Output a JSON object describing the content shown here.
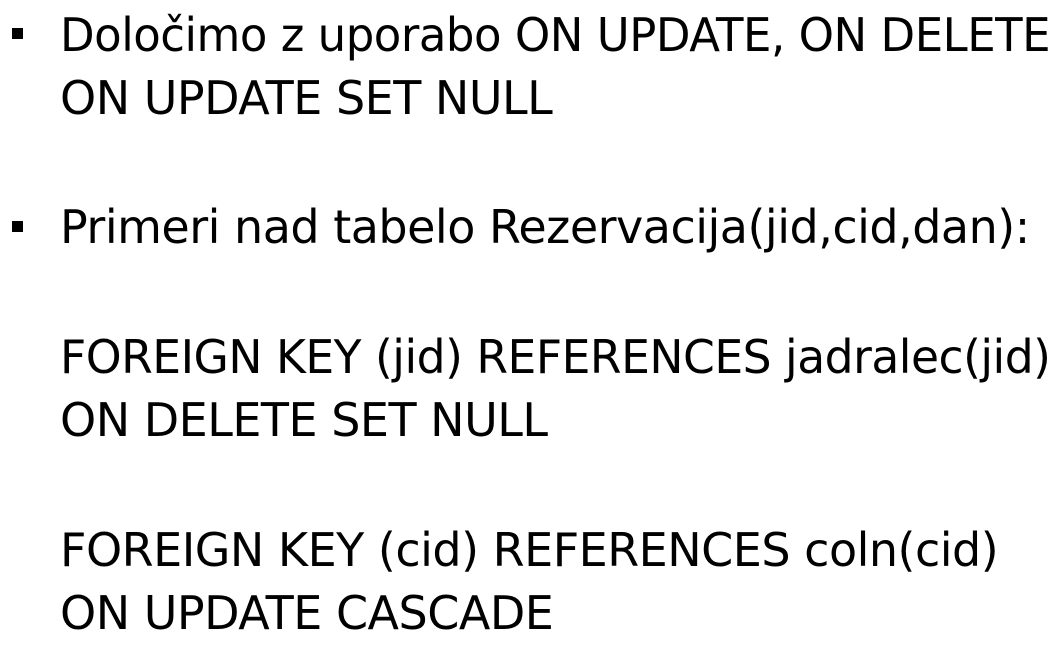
{
  "slide": {
    "bullet1": {
      "line1": "Določimo z uporabo ON UPDATE, ON DELETE",
      "line2": "ON UPDATE SET NULL"
    },
    "bullet2": {
      "heading": "Primeri nad tabelo Rezervacija(jid,cid,dan):",
      "example1": {
        "line1": "FOREIGN KEY (jid) REFERENCES jadralec(jid)",
        "line2": "ON DELETE SET NULL"
      },
      "example2": {
        "line1": "FOREIGN KEY (cid) REFERENCES coln(cid)",
        "line2": "ON UPDATE CASCADE"
      }
    }
  }
}
